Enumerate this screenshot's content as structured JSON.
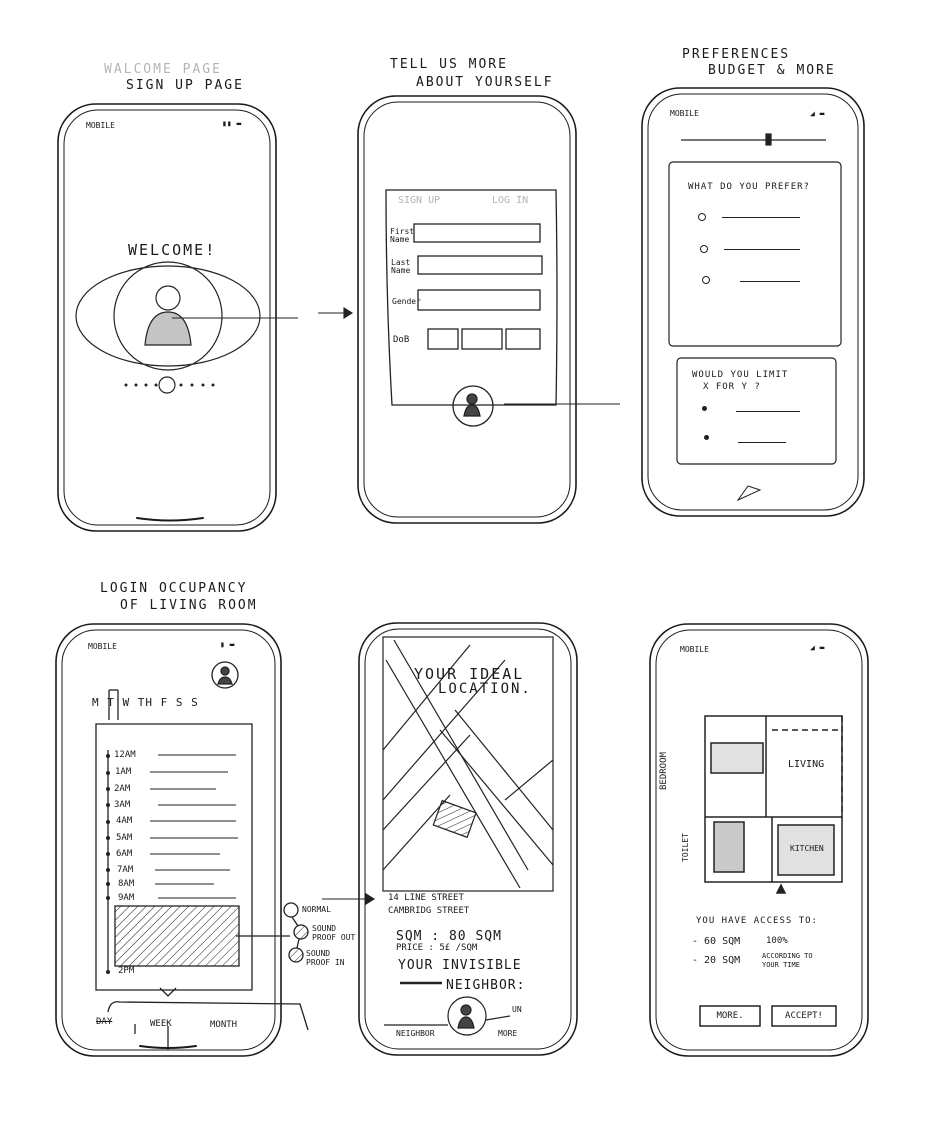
{
  "screen1": {
    "caption_faint": "WALCOME PAGE",
    "caption": "SIGN UP PAGE",
    "carrier": "MOBILE",
    "welcome": "WELCOME!"
  },
  "screen2": {
    "caption_line1": "TELL US MORE",
    "caption_line2": "ABOUT YOURSELF",
    "tab_left": "SIGN UP",
    "tab_right": "LOG IN",
    "first_name": "First Name",
    "last_name": "Last Name",
    "gender": "Gender",
    "dob": "DoB"
  },
  "screen3": {
    "caption_line1": "PREFERENCES",
    "caption_line2": "BUDGET & MORE",
    "carrier": "MOBILE",
    "question": "WHAT DO YOU PREFER?",
    "question2_line1": "WOULD YOU LIMIT",
    "question2_line2": "X FOR Y ?"
  },
  "screen4": {
    "caption_line1": "LOGIN OCCUPANCY",
    "caption_line2": "OF LIVING ROOM",
    "carrier": "MOBILE",
    "days": "M T W TH F S S",
    "hours": [
      "12AM",
      "1AM",
      "2AM",
      "3AM",
      "4AM",
      "5AM",
      "6AM",
      "7AM",
      "8AM",
      "9AM"
    ],
    "end_hour": "2PM",
    "legend_normal": "NORMAL",
    "legend_out": "SOUND PROOF OUT",
    "legend_in": "SOUND PROOF IN",
    "tab_day": "DAY",
    "tab_week": "WEEK",
    "tab_month": "MONTH"
  },
  "screen5": {
    "title_line1": "YOUR IDEAL",
    "title_line2": "LOCATION.",
    "address_line1": "14 LINE STREET",
    "address_line2": "CAMBRIDG STREET",
    "sqm": "SQM : 80 SQM",
    "price": "PRICE : 5£ /SQM",
    "invisible_line1": "YOUR INVISIBLE",
    "invisible_line2": "NEIGHBOR:",
    "neighbor": "NEIGHBOR",
    "more": "MORE",
    "un": "UN"
  },
  "screen6": {
    "carrier": "MOBILE",
    "room_living": "LIVING",
    "room_bedroom": "BEDROOM",
    "room_toilet": "TOILET",
    "room_kitchen": "KITCHEN",
    "access_title": "YOU HAVE ACCESS TO:",
    "item1_sqm": "- 60 SQM",
    "item1_pct": "100%",
    "item2_sqm": "- 20 SQM",
    "item2_note": "ACCORDING TO YOUR TIME",
    "more_button": "MORE.",
    "accept_button": "ACCEPT!"
  }
}
